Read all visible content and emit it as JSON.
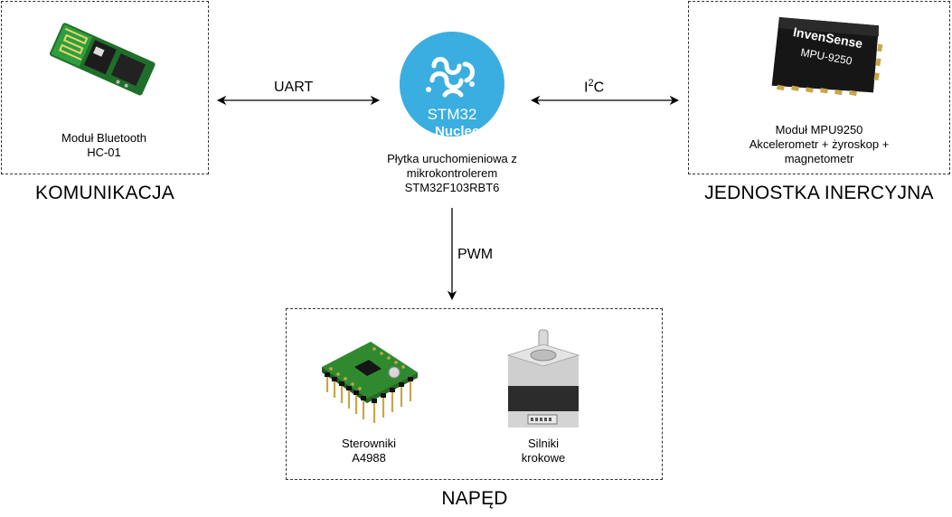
{
  "colors": {
    "logo_blue": "#3aaee0",
    "pcb_green": "#2f8a2f",
    "chip_black": "#1b1b1b"
  },
  "nodes": {
    "bluetooth": {
      "line1": "Moduł Bluetooth",
      "line2": "HC-01",
      "icon": "bluetooth-module-icon"
    },
    "mcu": {
      "logo_line1": "STM32",
      "logo_line2": "Nucleo",
      "line1": "Płytka uruchomieniowa z",
      "line2": "mikrokontrolerem",
      "line3": "STM32F103RBT6",
      "icon": "stm32-nucleo-logo"
    },
    "imu": {
      "chip_brand": "InvenSense",
      "chip_model": "MPU-9250",
      "line1": "Moduł MPU9250",
      "line2": "Akcelerometr + żyroskop +",
      "line3": "magnetometr",
      "icon": "mpu9250-chip-icon"
    },
    "driver": {
      "line1": "Sterowniki",
      "line2": "A4988",
      "icon": "a4988-driver-icon"
    },
    "motor": {
      "line1": "Silniki",
      "line2": "krokowe",
      "icon": "stepper-motor-icon"
    }
  },
  "groups": {
    "communication": "KOMUNIKACJA",
    "inertial": "JEDNOSTKA INERCYJNA",
    "drive": "NAPĘD"
  },
  "edges": {
    "uart": "UART",
    "i2c_base": "I",
    "i2c_sup": "2",
    "i2c_tail": "C",
    "pwm": "PWM"
  }
}
